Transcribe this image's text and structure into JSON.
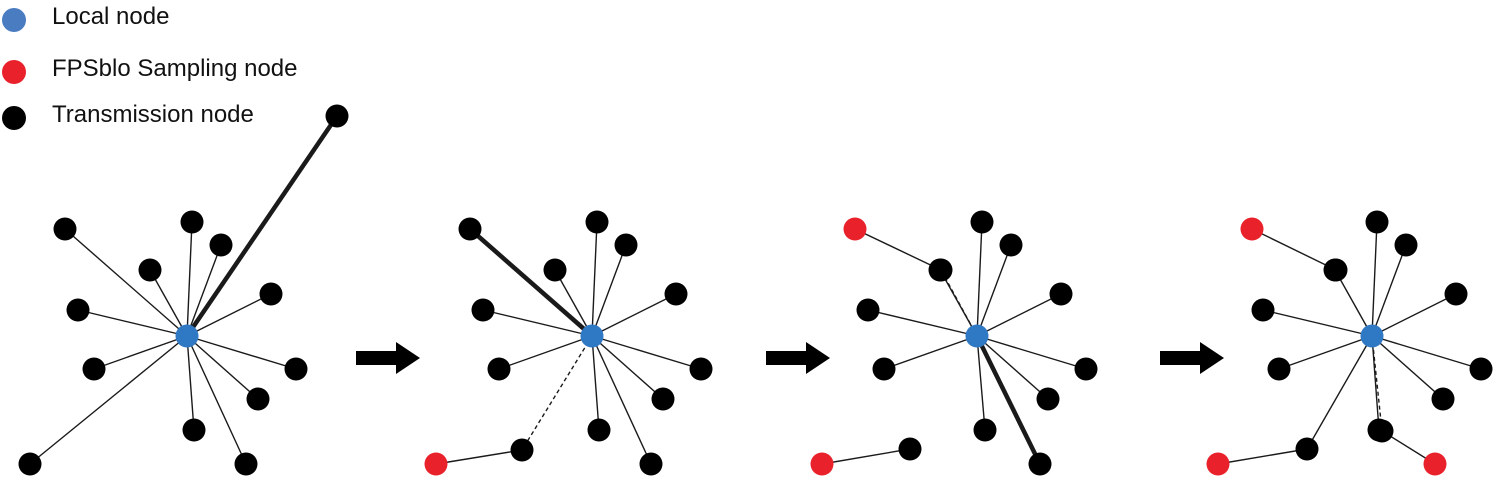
{
  "colors": {
    "local": "#2f78c4",
    "sampling": "#e8212b",
    "transmission": "#000000",
    "edge": "#1a1a1a",
    "arrow": "#000000"
  },
  "legend": [
    {
      "label": "Local node",
      "color": "#4a7cc2",
      "icon": "local-node-dot"
    },
    {
      "label": "FPSblo Sampling node",
      "color": "#e8212b",
      "icon": "sampling-node-dot"
    },
    {
      "label": "Transmission node",
      "color": "#000000",
      "icon": "transmission-node-dot"
    }
  ],
  "stages": [
    {
      "local": "c",
      "transmission": [
        "a",
        "b",
        "d",
        "e",
        "f",
        "g",
        "h",
        "i",
        "j",
        "k",
        "l",
        "m",
        "n"
      ],
      "sampling": [],
      "edges": [
        {
          "from": "c",
          "to": "a",
          "style": "thick"
        },
        {
          "from": "c",
          "to": "b",
          "style": "thin"
        },
        {
          "from": "c",
          "to": "d",
          "style": "thin"
        },
        {
          "from": "c",
          "to": "e",
          "style": "thin"
        },
        {
          "from": "c",
          "to": "f",
          "style": "thin"
        },
        {
          "from": "c",
          "to": "g",
          "style": "thin"
        },
        {
          "from": "c",
          "to": "h",
          "style": "thin"
        },
        {
          "from": "c",
          "to": "i",
          "style": "thin"
        },
        {
          "from": "c",
          "to": "j",
          "style": "thin"
        },
        {
          "from": "c",
          "to": "k",
          "style": "thin"
        },
        {
          "from": "c",
          "to": "l",
          "style": "thin"
        },
        {
          "from": "c",
          "to": "m",
          "style": "thin"
        },
        {
          "from": "c",
          "to": "n",
          "style": "thin"
        }
      ]
    },
    {
      "local": "c",
      "transmission": [
        "a",
        "b",
        "d",
        "e",
        "f",
        "g",
        "h",
        "i",
        "j",
        "k",
        "l",
        "m"
      ],
      "sampling": [
        "n"
      ],
      "edges": [
        {
          "from": "c",
          "to": "a",
          "style": "dashed"
        },
        {
          "from": "a",
          "to": "n",
          "style": "thin"
        },
        {
          "from": "c",
          "to": "b",
          "style": "thick"
        },
        {
          "from": "c",
          "to": "d",
          "style": "thin"
        },
        {
          "from": "c",
          "to": "e",
          "style": "thin"
        },
        {
          "from": "c",
          "to": "f",
          "style": "thin"
        },
        {
          "from": "c",
          "to": "g",
          "style": "thin"
        },
        {
          "from": "c",
          "to": "h",
          "style": "thin"
        },
        {
          "from": "c",
          "to": "i",
          "style": "thin"
        },
        {
          "from": "c",
          "to": "j",
          "style": "thin"
        },
        {
          "from": "c",
          "to": "k",
          "style": "thin"
        },
        {
          "from": "c",
          "to": "l",
          "style": "thin"
        },
        {
          "from": "c",
          "to": "m",
          "style": "thin"
        }
      ]
    },
    {
      "local": "c",
      "transmission": [
        "a",
        "d",
        "e",
        "f",
        "g",
        "h",
        "i",
        "j",
        "k",
        "l",
        "m",
        "o"
      ],
      "sampling": [
        "n",
        "b"
      ],
      "edges": [
        {
          "from": "a",
          "to": "n",
          "style": "thin"
        },
        {
          "from": "c",
          "to": "o",
          "style": "dashed"
        },
        {
          "from": "o",
          "to": "b",
          "style": "thin"
        },
        {
          "from": "c",
          "to": "d",
          "style": "thin"
        },
        {
          "from": "c",
          "to": "e",
          "style": "thin"
        },
        {
          "from": "c",
          "to": "f",
          "style": "thin"
        },
        {
          "from": "c",
          "to": "g",
          "style": "thin"
        },
        {
          "from": "c",
          "to": "h",
          "style": "thin"
        },
        {
          "from": "c",
          "to": "i",
          "style": "thin"
        },
        {
          "from": "c",
          "to": "j",
          "style": "thin"
        },
        {
          "from": "c",
          "to": "k",
          "style": "thin"
        },
        {
          "from": "c",
          "to": "l",
          "style": "thin"
        },
        {
          "from": "c",
          "to": "m",
          "style": "thick"
        }
      ]
    },
    {
      "local": "c",
      "transmission": [
        "a",
        "d",
        "e",
        "f",
        "g",
        "h",
        "i",
        "j",
        "k",
        "l",
        "o",
        "p"
      ],
      "sampling": [
        "n",
        "b",
        "m"
      ],
      "edges": [
        {
          "from": "c",
          "to": "a",
          "style": "thin"
        },
        {
          "from": "a",
          "to": "n",
          "style": "thin"
        },
        {
          "from": "o",
          "to": "b",
          "style": "thin"
        },
        {
          "from": "c",
          "to": "p",
          "style": "dashed"
        },
        {
          "from": "p",
          "to": "m",
          "style": "thin"
        },
        {
          "from": "c",
          "to": "d",
          "style": "thin"
        },
        {
          "from": "c",
          "to": "e",
          "style": "thin"
        },
        {
          "from": "c",
          "to": "f",
          "style": "thin"
        },
        {
          "from": "c",
          "to": "g",
          "style": "thin"
        },
        {
          "from": "c",
          "to": "h",
          "style": "thin"
        },
        {
          "from": "c",
          "to": "i",
          "style": "thin"
        },
        {
          "from": "c",
          "to": "j",
          "style": "thin"
        },
        {
          "from": "c",
          "to": "k",
          "style": "thin"
        },
        {
          "from": "c",
          "to": "l",
          "style": "thin"
        }
      ]
    }
  ],
  "arrows": [
    {
      "icon": "right-arrow-icon"
    },
    {
      "icon": "right-arrow-icon"
    },
    {
      "icon": "right-arrow-icon"
    }
  ]
}
